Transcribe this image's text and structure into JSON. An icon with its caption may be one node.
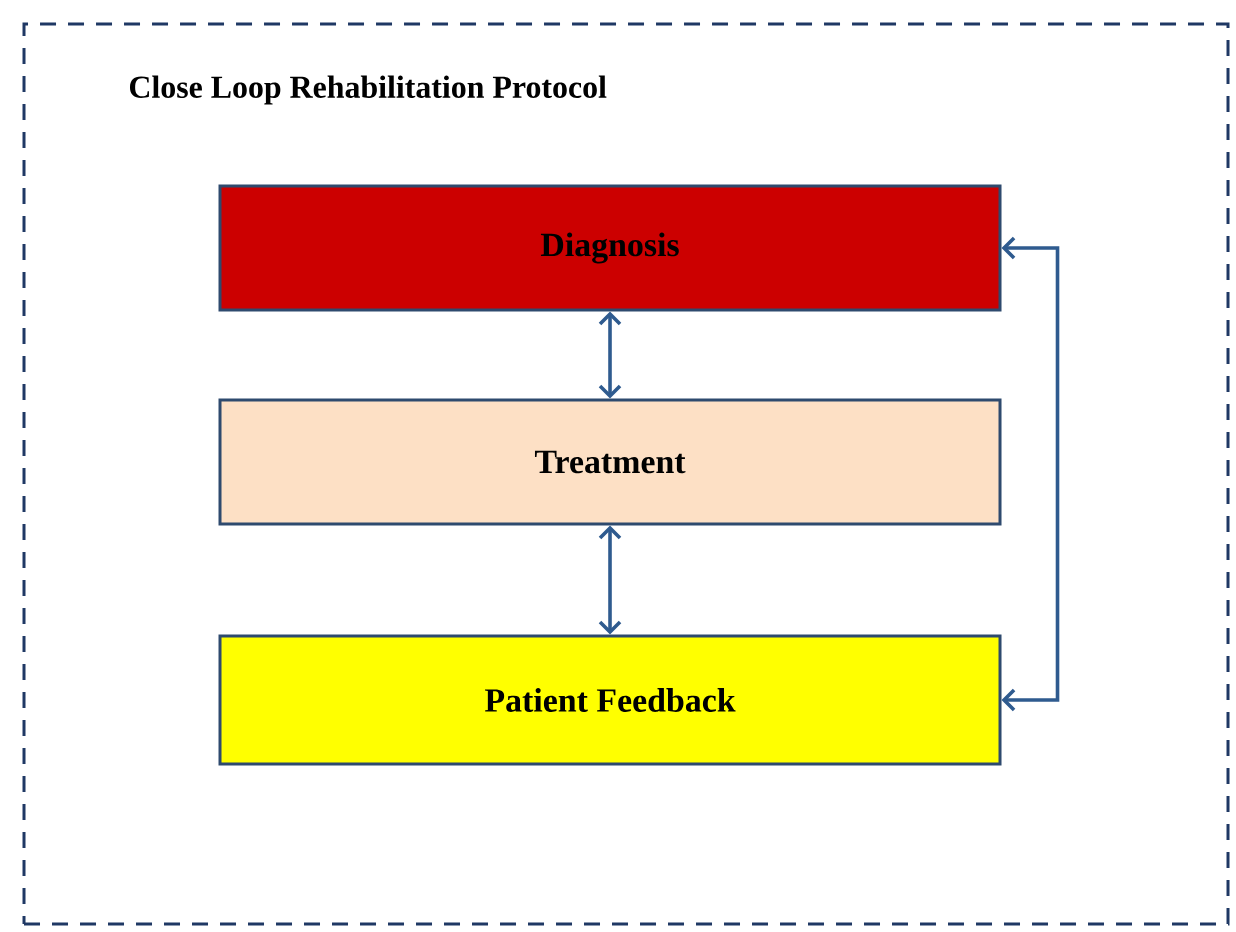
{
  "diagram": {
    "nodes": [
      {
        "text": [
          "Close Loop Rehabilitation Protocol"
        ]
      },
      {
        "text": [
          "Diagnosis"
        ],
        "in": 0
      },
      {
        "text": [
          "Treatment"
        ],
        "in": 0
      },
      {
        "text": [
          "Patient Feedback"
        ],
        "in": 0
      }
    ],
    "edges": [
      {
        "from": 1,
        "to": 2,
        "arrow": "both"
      },
      {
        "from": 2,
        "to": 3,
        "arrow": "both"
      },
      {
        "from": 3,
        "to": 1,
        "arrow": "both"
      }
    ]
  }
}
